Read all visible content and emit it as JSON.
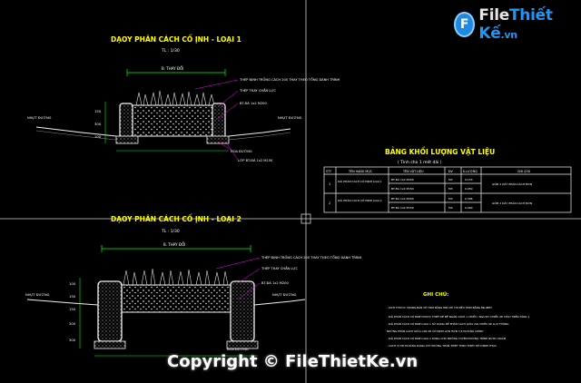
{
  "section1": {
    "title": "DẠOY PHÂN CÁCH CỐ ỊNH - LOẠI 1",
    "scale": "TL : 1/30",
    "dim_width": "B. THAY ĐỔI",
    "notes": [
      "THÉP ĐỊNH TRỒNG CÁCH 200 THAY THEO TỔNG DÀNH TRÌNH",
      "THÉP THAY CHẮN LỰC",
      "BT-ĐÁ 1x2 M200"
    ],
    "left_label": "NHỰT ĐƯỜNG",
    "right_label": "NHỰT ĐƯỜNG",
    "bottom_label_1": "NOA ĐƯỜNG",
    "bottom_label_2": "LỚP BT-ĐÁ 1x2 M150",
    "dims": [
      "150",
      "300",
      "100"
    ]
  },
  "section2": {
    "title": "DẠOY PHÂN CÁCH CỐ ỊNH - LOẠI 2",
    "scale": "TL : 1/30",
    "dim_width": "B. THAY ĐỔI",
    "notes": [
      "THÉP ĐỊNH TRỒNG CÁCH 200 THAY THEO TỔNG DÀNH TRÌNH",
      "THÉP THAY CHẮN LỰC",
      "BT-ĐÁ 1x2 M200"
    ],
    "left_label": "NHỰT ĐƯỜNG",
    "right_label": "NHỰT ĐƯỜNG",
    "bottom_label": "NOA ĐƯỜNG",
    "dims": [
      "100",
      "150",
      "150",
      "200",
      "300"
    ]
  },
  "table": {
    "title": "BẢNG KHỐI LƯỢNG VẬT LIỆU",
    "subtitle": "( Tính cho 1 mét dài )",
    "headers": [
      "STT",
      "TÊN HẠNG MỤC",
      "TÊN VẬT LIỆU",
      "ĐV",
      "K.LƯỢNG",
      "GHI CHÚ"
    ],
    "rows": [
      {
        "stt": "1",
        "item": "DẢI PHÂN CÁCH CỐ ĐỊNH LOẠI 1",
        "materials": [
          "BT-ĐÁ 1x2 M200",
          "BT-ĐÁ 1x2 M150"
        ],
        "units": [
          "M3",
          "M3"
        ],
        "qty": [
          "0,153",
          "0,050"
        ],
        "note": "GỒM 2 DẢY PHÂN CÁCH ĐƠN"
      },
      {
        "stt": "2",
        "item": "DẢI PHÂN CÁCH CỐ ĐỊNH LOẠI 2",
        "materials": [
          "BT-ĐÁ 1x2 M200",
          "BT-ĐÁ 1x2 M150"
        ],
        "units": [
          "M3",
          "M3"
        ],
        "qty": [
          "0,306",
          "0,090"
        ],
        "note": "GỒM 2 DẢY PHÂN CÁCH ĐƠN"
      }
    ]
  },
  "notes": {
    "title": "GHI CHÚ:",
    "items": [
      "- KÍCH THƯỚC TRONG BẢN VẼ TÍNH BẰNG MM CHỈ THỊ ĐỀU TÍNH BẰNG MILIMET.",
      "- DẢI PHÂN CÁCH CỐ ĐỊNH ĐƯỢC THIẾT KẾ ĐỂ NGĂN CÁCH 1 CHIỀU / NGƯỢC CHIỀU XE CHẠY TRÊN TẦNG 1",
      "- DẢI PHÂN CÁCH CỐ ĐỊNH LOẠI 1 SỬ DỤNG ĐỂ PHÂN CÁCH GIỮA HAI CHIỀU XE LƯU THÔNG",
      "  NHỮNG PHÂN CÁCH GIỮA LÀN XE CỐ ĐỊNH LỚN HƠN 3,5 ĐƯỜNG CHÍNH",
      "- DẢI PHÂN CÁCH CỐ ĐỊNH LOẠI 2 DÙNG CHO NHỮNG TUYẾN ĐƯỜNG TRÌNH NƯỚC NGẦM",
      "- CÁCH VỊ TRÍ ĐƯỜNG DÙNG CHỈ HƯỚNG THÂN THIẾT THEO THIẾT KẾ CHÍNH THỨC"
    ]
  },
  "watermark": {
    "logo_prefix": "File",
    "logo_main": "Thiết Kế",
    "logo_suffix": ".vn",
    "copyright": "Copyright © FileThietKe.vn"
  },
  "colors": {
    "background": "#000000",
    "title": "#ffff00",
    "concrete": "#f2f2f2",
    "dimension": "#00ff00",
    "text": "#ffffff",
    "grid": "#cfcfcf",
    "leader": "#ff00ff"
  }
}
